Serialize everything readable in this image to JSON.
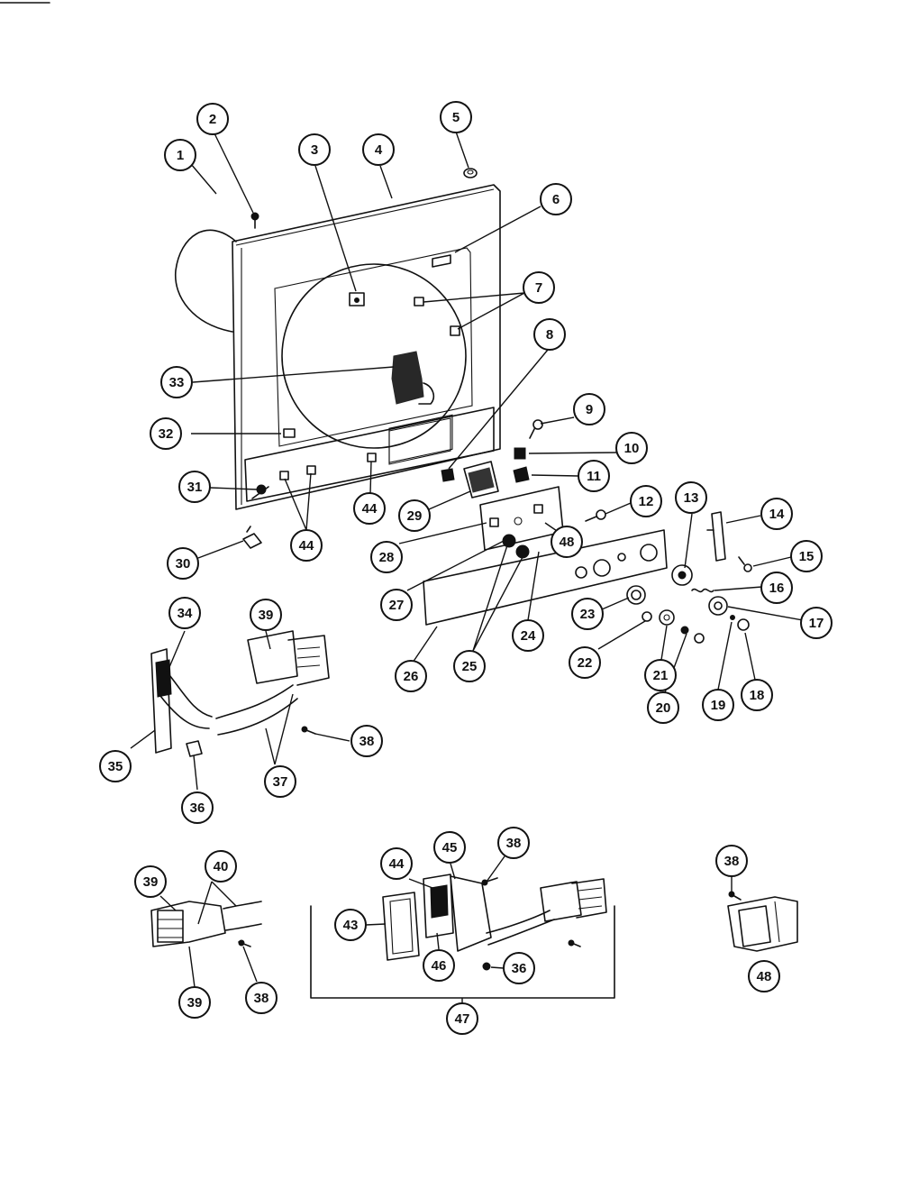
{
  "callouts": [
    {
      "id": "c1",
      "label": "1"
    },
    {
      "id": "c2",
      "label": "2"
    },
    {
      "id": "c3",
      "label": "3"
    },
    {
      "id": "c4",
      "label": "4"
    },
    {
      "id": "c5",
      "label": "5"
    },
    {
      "id": "c6",
      "label": "6"
    },
    {
      "id": "c7",
      "label": "7"
    },
    {
      "id": "c8",
      "label": "8"
    },
    {
      "id": "c9",
      "label": "9"
    },
    {
      "id": "c10",
      "label": "10"
    },
    {
      "id": "c11",
      "label": "11"
    },
    {
      "id": "c12",
      "label": "12"
    },
    {
      "id": "c13",
      "label": "13"
    },
    {
      "id": "c14",
      "label": "14"
    },
    {
      "id": "c15",
      "label": "15"
    },
    {
      "id": "c16",
      "label": "16"
    },
    {
      "id": "c17",
      "label": "17"
    },
    {
      "id": "c18",
      "label": "18"
    },
    {
      "id": "c19",
      "label": "19"
    },
    {
      "id": "c20",
      "label": "20"
    },
    {
      "id": "c21",
      "label": "21"
    },
    {
      "id": "c22",
      "label": "22"
    },
    {
      "id": "c23",
      "label": "23"
    },
    {
      "id": "c24",
      "label": "24"
    },
    {
      "id": "c25",
      "label": "25"
    },
    {
      "id": "c26",
      "label": "26"
    },
    {
      "id": "c27",
      "label": "27"
    },
    {
      "id": "c28",
      "label": "28"
    },
    {
      "id": "c29",
      "label": "29"
    },
    {
      "id": "c30",
      "label": "30"
    },
    {
      "id": "c31",
      "label": "31"
    },
    {
      "id": "c32",
      "label": "32"
    },
    {
      "id": "c33",
      "label": "33"
    },
    {
      "id": "c44a",
      "label": "44"
    },
    {
      "id": "c44b",
      "label": "44"
    },
    {
      "id": "c48a",
      "label": "48"
    },
    {
      "id": "c34",
      "label": "34"
    },
    {
      "id": "c35",
      "label": "35"
    },
    {
      "id": "c36a",
      "label": "36"
    },
    {
      "id": "c37",
      "label": "37"
    },
    {
      "id": "c38a",
      "label": "38"
    },
    {
      "id": "c39a",
      "label": "39"
    },
    {
      "id": "c39b",
      "label": "39"
    },
    {
      "id": "c40",
      "label": "40"
    },
    {
      "id": "c39c",
      "label": "39"
    },
    {
      "id": "c38b",
      "label": "38"
    },
    {
      "id": "c44c",
      "label": "44"
    },
    {
      "id": "c45",
      "label": "45"
    },
    {
      "id": "c38c",
      "label": "38"
    },
    {
      "id": "c43",
      "label": "43"
    },
    {
      "id": "c46",
      "label": "46"
    },
    {
      "id": "c36b",
      "label": "36"
    },
    {
      "id": "c47",
      "label": "47"
    },
    {
      "id": "c38d",
      "label": "38"
    },
    {
      "id": "c48b",
      "label": "48"
    }
  ]
}
